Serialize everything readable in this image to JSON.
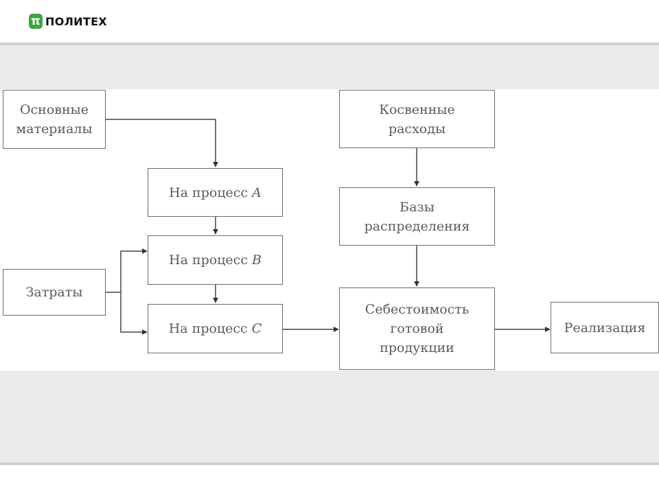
{
  "header": {
    "logo_symbol": "π",
    "logo_text": "ПОЛИТЕХ",
    "brand_color": "#3ca63c"
  },
  "diagram": {
    "boxes": {
      "materials": {
        "line1": "Основные",
        "line2": "материалы"
      },
      "costs": "Затраты",
      "process_a": {
        "text": "На процесс ",
        "letter": "A"
      },
      "process_b": {
        "text": "На процесс ",
        "letter": "B"
      },
      "process_c": {
        "text": "На процесс ",
        "letter": "C"
      },
      "indirect": {
        "line1": "Косвенные",
        "line2": "расходы"
      },
      "bases": {
        "line1": "Базы",
        "line2": "распределения"
      },
      "cost_price": {
        "line1": "Себестоимость",
        "line2": "готовой",
        "line3": "продукции"
      },
      "sales": "Реализация"
    }
  }
}
